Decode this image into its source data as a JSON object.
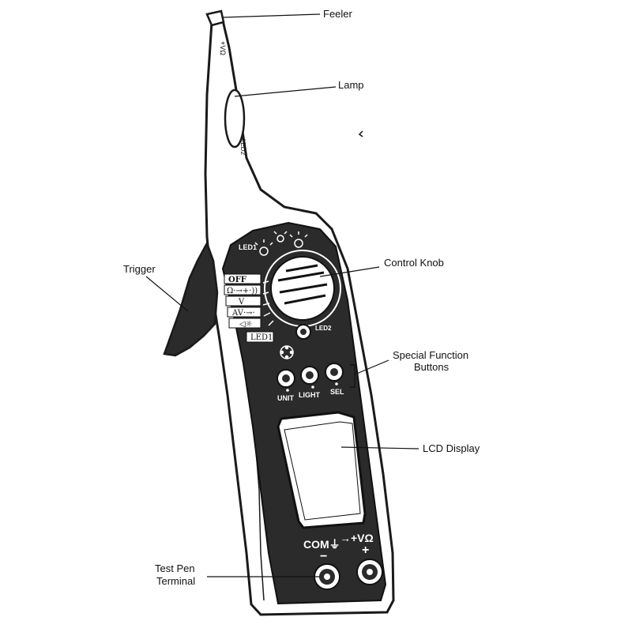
{
  "callouts": {
    "feeler": "Feeler",
    "lamp": "Lamp",
    "trigger": "Trigger",
    "control_knob": "Control Knob",
    "special_function_line1": "Special Function",
    "special_function_line2": "Buttons",
    "lcd_display": "LCD Display",
    "test_pen_line1": "Test Pen",
    "test_pen_line2": "Terminal"
  },
  "device": {
    "probe_marking": "+VΩ",
    "led2_label": "LED2",
    "led1_label": "LED1",
    "knob_modes": [
      "OFF",
      "Ω·→+·))",
      "V",
      "AV·→·",
      "◁☼",
      "LED1"
    ],
    "led2_panel_label": "LED2",
    "buttons": [
      "UNIT",
      "LIGHT",
      "SEL"
    ],
    "terminals": {
      "com_label": "COM⏚",
      "com_sign": "−",
      "vohm_label": "→+VΩ",
      "vohm_sign": "+"
    }
  },
  "colors": {
    "body_outline": "#1a1a1a",
    "panel": "#2b2b2b",
    "lcd": "#ffffff"
  }
}
